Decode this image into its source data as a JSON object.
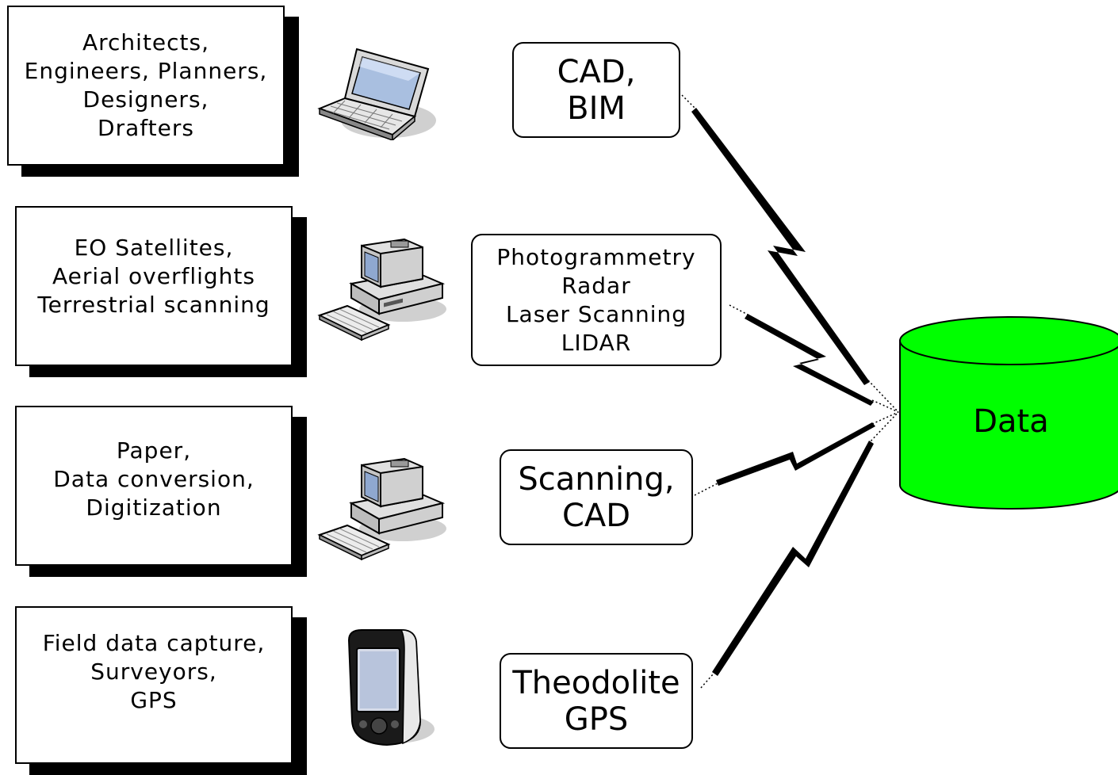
{
  "sources": [
    {
      "lines": [
        "Architects,",
        "Engineers, Planners,",
        "Designers,",
        "Drafters"
      ],
      "device": "laptop-icon"
    },
    {
      "lines": [
        "EO Satellites,",
        "Aerial overflights",
        "Terrestrial scanning"
      ],
      "device": "desktop-computer-icon"
    },
    {
      "lines": [
        "Paper,",
        "Data conversion,",
        "Digitization"
      ],
      "device": "desktop-computer-icon"
    },
    {
      "lines": [
        "Field data capture,",
        "Surveyors,",
        "GPS"
      ],
      "device": "handheld-pda-icon"
    }
  ],
  "methods": [
    {
      "lines": [
        "CAD,",
        "BIM"
      ]
    },
    {
      "lines": [
        "Photogrammetry",
        "Radar",
        "Laser Scanning",
        "LIDAR"
      ]
    },
    {
      "lines": [
        "Scanning,",
        "CAD"
      ]
    },
    {
      "lines": [
        "Theodolite",
        "GPS"
      ]
    }
  ],
  "database": {
    "label": "Data",
    "fill_color": "#00ff00",
    "icon": "database-cylinder-icon"
  }
}
